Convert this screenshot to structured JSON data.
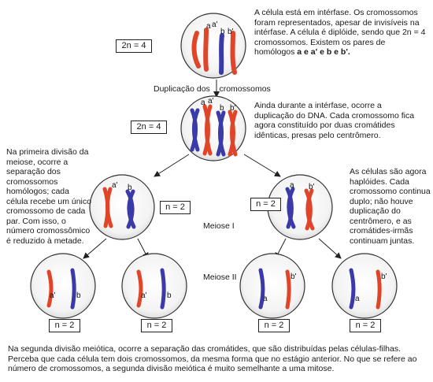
{
  "texts": {
    "interphase": "A célula está em intérfase. Os cromossomos foram representados, apesar de invisíveis na intérfase. A célula é diplóide, sendo que 2n = 4 cromossomos. Existem os pares de homólogos",
    "homolog_pairs": "a e a' e b e b'.",
    "duplication_label": "Duplicação dos    cromossomos",
    "duplicated": "Ainda durante a intérfase, ocorre a duplicação do DNA. Cada cromossomo fica agora constituído por duas cromátides idênticas, presas pelo centrômero.",
    "meiosis1_left": "Na primeira divisão da meiose, ocorre a separação dos cromossomos homólogos; cada célula recebe um único cromossomo de cada par. Com isso, o número cromossômico é reduzido à metade.",
    "meiosis1_right": "As células são agora haplóides. Cada cromossomo continua duplo; não houve duplicação do centrômero, e as cromátides-irmãs continuam  juntas.",
    "bottom": "Na segunda divisão meiótica, ocorre a separação das cromátides, que são distribuídas pelas células-filhas. Perceba que cada célula tem dois cromossomos, da mesma forma que no estágio anterior. No que se refere ao número de cromossomos, a segunda divisão meiótica é muito semelhante a uma mitose."
  },
  "stages": {
    "meiose1": "Meiose I",
    "meiose2": "Meiose II"
  },
  "badges": {
    "diploid": "2n = 4",
    "haploid": "n = 2"
  },
  "chromosome_labels": {
    "a": "a",
    "a_prime": "a'",
    "b": "b",
    "b_prime": "b'"
  },
  "colors": {
    "red_chromosome": "#e0452a",
    "blue_chromosome": "#3a3aa8",
    "cell_fill": "#f2f2f2",
    "cell_border": "#333333"
  }
}
